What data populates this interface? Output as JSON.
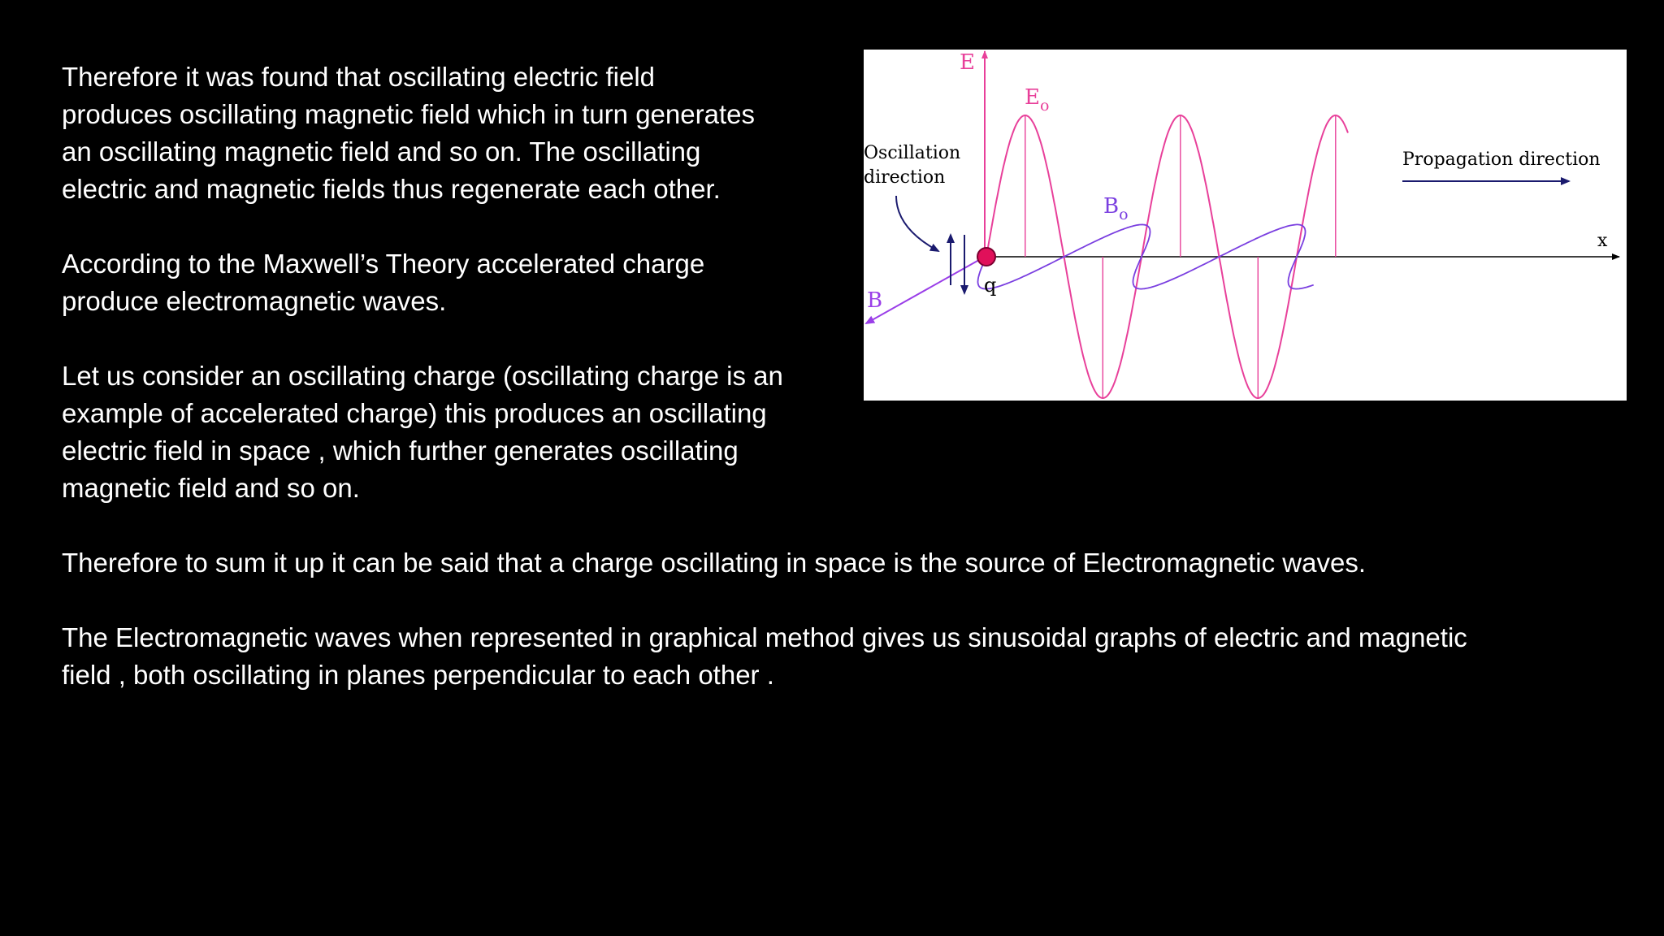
{
  "colors": {
    "background": "#000000",
    "text": "#ffffff",
    "electric_wave": "#e8409a",
    "magnetic_wave": "#7a3fe0",
    "axis": "#000000",
    "arrow_dark": "#1a1a6e",
    "charge_fill": "#e0105a"
  },
  "paragraphs": {
    "p1": "Therefore it was found that oscillating electric field\nproduces oscillating magnetic field which in turn generates\nan oscillating magnetic field and so on. The oscillating\nelectric and magnetic fields thus regenerate each other.",
    "p2": "According to the Maxwell’s Theory accelerated charge\nproduce electromagnetic waves.",
    "p3": "Let us consider an oscillating charge (oscillating charge is an\nexample of accelerated charge) this produces an oscillating\nelectric field in space , which further generates oscillating\nmagnetic field and so on.",
    "p4": "Therefore to sum it up it can be said that a charge oscillating in space is the source of Electromagnetic waves.",
    "p5": "The Electromagnetic waves when represented in graphical method gives us sinusoidal graphs of electric and magnetic\nfield , both oscillating in planes perpendicular to each other ."
  },
  "figure": {
    "label_E": "E",
    "label_E0": "E",
    "label_E0_sub": "o",
    "label_B": "B",
    "label_B0": "B",
    "label_B0_sub": "o",
    "label_x": "x",
    "label_q": "q",
    "oscillation_line1": "Oscillation",
    "oscillation_line2": "direction",
    "propagation": "Propagation direction"
  }
}
